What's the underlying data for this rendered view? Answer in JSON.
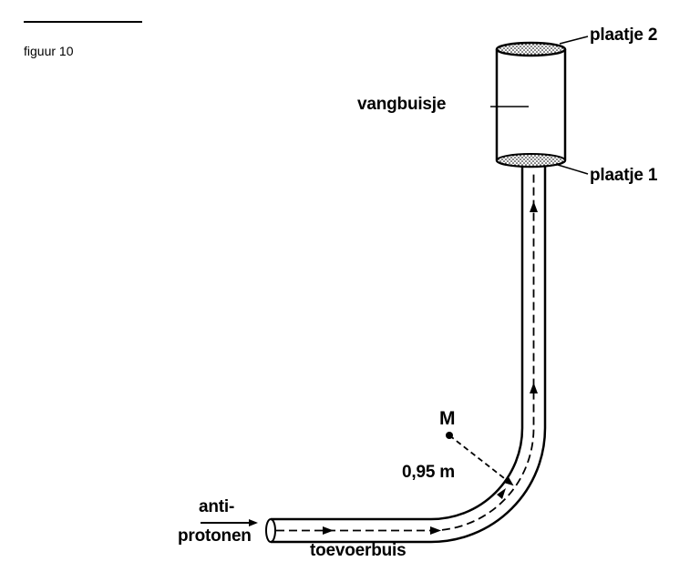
{
  "figure_label": "figuur 10",
  "labels": {
    "plate2": "plaatje 2",
    "capture_tube": "vangbuisje",
    "plate1": "plaatje 1",
    "point_m": "M",
    "radius": "0,95 m",
    "antiprotons_line1": "anti-",
    "antiprotons_line2": "protonen",
    "feed_tube": "toevoerbuis"
  }
}
